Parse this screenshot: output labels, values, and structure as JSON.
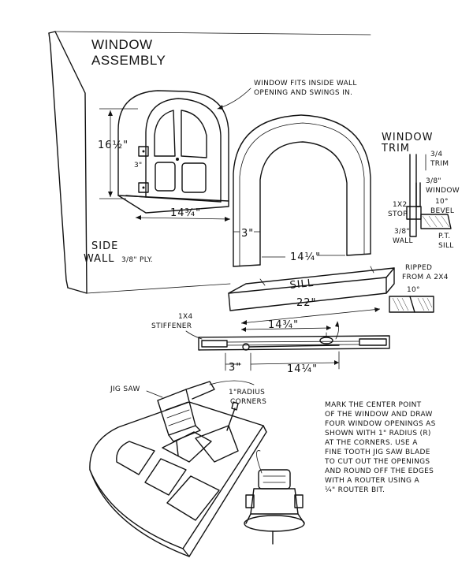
{
  "title": {
    "line1": "WINDOW",
    "line2": "ASSEMBLY"
  },
  "callouts": {
    "window_fits_1": "WINDOW FITS INSIDE WALL",
    "window_fits_2": "OPENING AND SWINGS IN.",
    "window_trim_1": "WINDOW",
    "window_trim_2": "TRIM",
    "side_wall_1": "SIDE",
    "side_wall_2": "WALL",
    "side_wall_ply": "3/8\" PLY.",
    "sill": "SILL",
    "stiffener_1": "1X4",
    "stiffener_2": "STIFFENER",
    "jig_saw": "JIG SAW",
    "radius_corners_1": "1\"RADIUS",
    "radius_corners_2": "CORNERS"
  },
  "dimensions": {
    "height": "16½\"",
    "window_width": "14¾\"",
    "small_gap": "3\"",
    "trim_width": "3\"",
    "opening_width": "14¼\"",
    "sill_length": "22\"",
    "stiff_width": "14¾\"",
    "stiff_gap": "3\"",
    "stiff_opening": "14¼\""
  },
  "section_detail": {
    "trim_label_1": "3/4",
    "trim_label_2": "TRIM",
    "window_label_1": "3/8\"",
    "window_label_2": "WINDOW",
    "stop_label_1": "1X2",
    "stop_label_2": "STOP",
    "bevel_label_1": "10°",
    "bevel_label_2": "BEVEL",
    "wall_label_1": "3/8\"",
    "wall_label_2": "WALL",
    "sill_label_1": "P.T.",
    "sill_label_2": "SILL",
    "ripped_1": "RIPPED",
    "ripped_2": "FROM A 2X4",
    "angle": "10°"
  },
  "instructions": [
    "MARK THE CENTER POINT",
    "OF THE WINDOW AND DRAW",
    "FOUR WINDOW OPENINGS AS",
    "SHOWN WITH 1\" RADIUS (R)",
    "AT THE CORNERS. USE A",
    "FINE TOOTH JIG SAW BLADE",
    "TO CUT OUT THE OPENINGS",
    "AND ROUND OFF THE EDGES",
    "WITH A ROUTER USING A",
    "¼\" ROUTER BIT."
  ]
}
